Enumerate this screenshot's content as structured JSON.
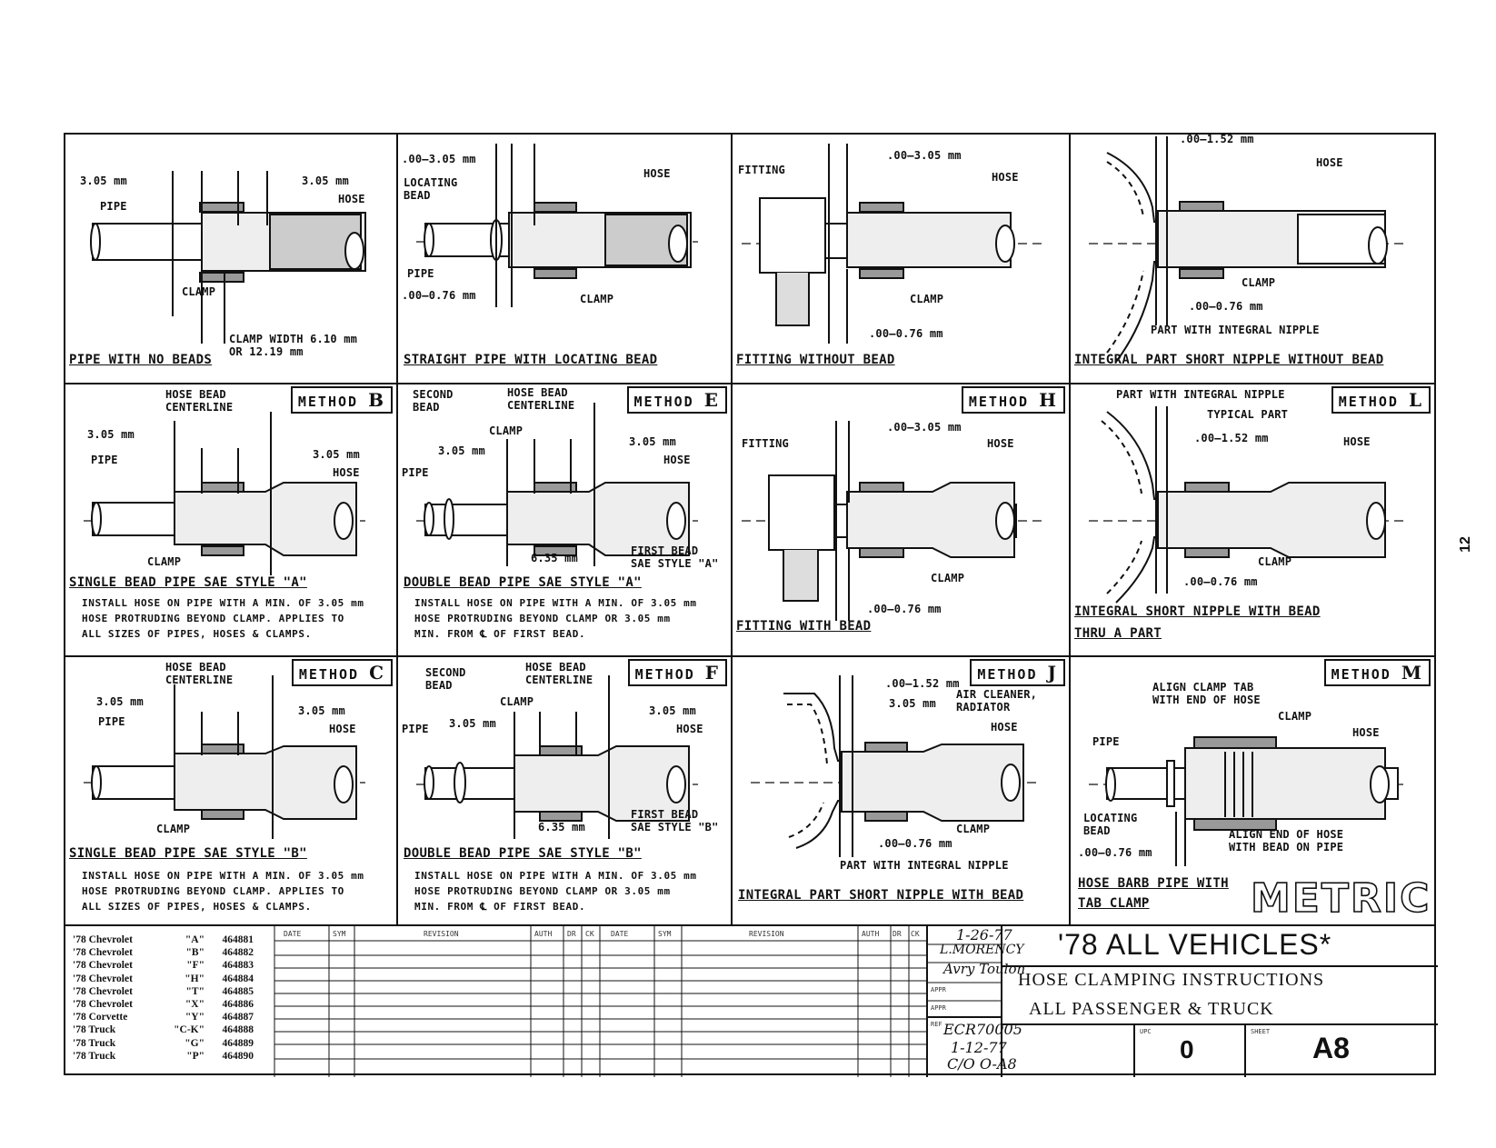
{
  "page_number": "12",
  "panels": {
    "a": {
      "caption": "PIPE WITH NO BEADS",
      "labels": [
        "3.05 mm",
        "3.05 mm",
        "PIPE",
        "HOSE",
        "CLAMP",
        "CLAMP WIDTH 6.10 mm\nOR 12.19 mm"
      ]
    },
    "b": {
      "caption": "STRAIGHT PIPE WITH LOCATING BEAD",
      "labels": [
        ".00–3.05 mm",
        "LOCATING\nBEAD",
        "HOSE",
        "PIPE",
        ".00–0.76 mm",
        "CLAMP"
      ]
    },
    "c": {
      "caption": "FITTING WITHOUT BEAD",
      "labels": [
        "FITTING",
        ".00–3.05 mm",
        "HOSE",
        "CLAMP",
        ".00–0.76 mm"
      ]
    },
    "d": {
      "caption": "INTEGRAL PART SHORT NIPPLE WITHOUT BEAD",
      "labels": [
        ".00–1.52 mm",
        "HOSE",
        "CLAMP",
        ".00–0.76 mm",
        "PART WITH INTEGRAL NIPPLE"
      ]
    },
    "e": {
      "method": "METHOD",
      "method_letter": "B",
      "caption": "SINGLE BEAD PIPE SAE STYLE \"A\"",
      "labels": [
        "HOSE BEAD\nCENTERLINE",
        "3.05 mm",
        "3.05 mm",
        "PIPE",
        "HOSE",
        "CLAMP"
      ],
      "note": "INSTALL HOSE ON PIPE WITH A MIN. OF 3.05 mm\nHOSE PROTRUDING BEYOND CLAMP. APPLIES TO\nALL SIZES OF PIPES, HOSES & CLAMPS."
    },
    "f": {
      "method": "METHOD",
      "method_letter": "E",
      "caption": "DOUBLE BEAD PIPE SAE STYLE \"A\"",
      "labels": [
        "SECOND\nBEAD",
        "HOSE BEAD\nCENTERLINE",
        "CLAMP",
        "3.05 mm",
        "3.05 mm",
        "HOSE",
        "PIPE",
        "6.35 mm",
        "FIRST BEAD\nSAE STYLE \"A\""
      ],
      "note": "INSTALL HOSE ON PIPE WITH A MIN. OF 3.05 mm\nHOSE PROTRUDING BEYOND CLAMP OR 3.05 mm\nMIN. FROM ℄ OF FIRST BEAD."
    },
    "g": {
      "method": "METHOD",
      "method_letter": "H",
      "caption": "FITTING WITH BEAD",
      "labels": [
        "FITTING",
        ".00–3.05 mm",
        "HOSE",
        "CLAMP",
        ".00–0.76 mm"
      ]
    },
    "h": {
      "method": "METHOD",
      "method_letter": "L",
      "caption": "INTEGRAL SHORT NIPPLE WITH BEAD\nTHRU A PART",
      "labels": [
        "PART WITH INTEGRAL NIPPLE",
        "TYPICAL PART",
        ".00–1.52 mm",
        "HOSE",
        "CLAMP",
        ".00–0.76 mm"
      ]
    },
    "i": {
      "method": "METHOD",
      "method_letter": "C",
      "caption": "SINGLE BEAD PIPE SAE STYLE \"B\"",
      "labels": [
        "HOSE BEAD\nCENTERLINE",
        "3.05 mm",
        "3.05 mm",
        "PIPE",
        "HOSE",
        "CLAMP"
      ],
      "note": "INSTALL HOSE ON PIPE WITH A MIN. OF 3.05 mm\nHOSE PROTRUDING BEYOND CLAMP. APPLIES TO\nALL SIZES OF PIPES, HOSES & CLAMPS."
    },
    "j": {
      "method": "METHOD",
      "method_letter": "F",
      "caption": "DOUBLE BEAD PIPE SAE STYLE \"B\"",
      "labels": [
        "SECOND\nBEAD",
        "HOSE BEAD\nCENTERLINE",
        "CLAMP",
        "3.05 mm",
        "3.05 mm",
        "HOSE",
        "PIPE",
        "6.35 mm",
        "FIRST BEAD\nSAE STYLE \"B\""
      ],
      "note": "INSTALL HOSE ON PIPE WITH A MIN. OF 3.05 mm\nHOSE PROTRUDING BEYOND CLAMP OR 3.05 mm\nMIN. FROM ℄ OF FIRST BEAD."
    },
    "k": {
      "method": "METHOD",
      "method_letter": "J",
      "caption": "INTEGRAL PART SHORT NIPPLE WITH BEAD",
      "labels": [
        ".00–1.52 mm",
        "3.05 mm",
        "AIR CLEANER,\nRADIATOR",
        "HOSE",
        "CLAMP",
        ".00–0.76 mm",
        "PART WITH INTEGRAL NIPPLE"
      ]
    },
    "l": {
      "method": "METHOD",
      "method_letter": "M",
      "caption": "HOSE BARB PIPE WITH\nTAB CLAMP",
      "labels": [
        "ALIGN CLAMP TAB\nWITH END OF HOSE",
        "CLAMP",
        "PIPE",
        "HOSE",
        "LOCATING\nBEAD",
        "ALIGN END OF HOSE\nWITH BEAD ON PIPE",
        ".00–0.76 mm"
      ],
      "stamp": "METRIC"
    }
  },
  "models": [
    {
      "name": "'78 Chevrolet",
      "code": "\"A\"",
      "num": "464881"
    },
    {
      "name": "'78 Chevrolet",
      "code": "\"B\"",
      "num": "464882"
    },
    {
      "name": "'78 Chevrolet",
      "code": "\"F\"",
      "num": "464883"
    },
    {
      "name": "'78 Chevrolet",
      "code": "\"H\"",
      "num": "464884"
    },
    {
      "name": "'78 Chevrolet",
      "code": "\"T\"",
      "num": "464885"
    },
    {
      "name": "'78 Chevrolet",
      "code": "\"X\"",
      "num": "464886"
    },
    {
      "name": "'78 Corvette",
      "code": "\"Y\"",
      "num": "464887"
    },
    {
      "name": "'78 Truck",
      "code": "\"C-K\"",
      "num": "464888"
    },
    {
      "name": "'78 Truck",
      "code": "\"G\"",
      "num": "464889"
    },
    {
      "name": "'78 Truck",
      "code": "\"P\"",
      "num": "464890"
    }
  ],
  "revision_headers": [
    "DATE",
    "SYM",
    "REVISION",
    "AUTH",
    "DR",
    "CK",
    "DATE",
    "SYM",
    "REVISION",
    "AUTH",
    "DR",
    "CK"
  ],
  "approvals": {
    "date": "1-26-77",
    "drawn": "L.MORENCY",
    "checked": "Avry Toulon",
    "appr_label": "APPR",
    "ref_label": "REF",
    "ref1": "ECR70005",
    "ref2": "1-12-77",
    "ref3": "C/O O-A8"
  },
  "title": {
    "line1": "'78 ALL VEHICLES*",
    "line2": "HOSE CLAMPING INSTRUCTIONS",
    "line3": "ALL PASSENGER & TRUCK",
    "upc_label": "UPC",
    "upc": "0",
    "sheet_label": "SHEET",
    "sheet": "A8"
  }
}
